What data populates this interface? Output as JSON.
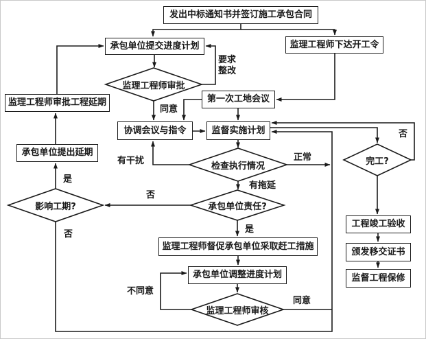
{
  "nodes": {
    "notice": {
      "label": "发出中标通知书并签订施工承包合同"
    },
    "submit_plan": {
      "label": "承包单位提交进度计划"
    },
    "start_order": {
      "label": "监理工程师下达开工令"
    },
    "first_meeting": {
      "label": "第一次工地会议"
    },
    "coordination": {
      "label": "协调会议与指令"
    },
    "supervise": {
      "label": "监督实施计划"
    },
    "approve_delay": {
      "label": "监理工程师审批工程延期"
    },
    "propose_delay": {
      "label": "承包单位提出延期"
    },
    "urge": {
      "label": "监理工程师督促承包单位采取赶工措施"
    },
    "adjust_plan": {
      "label": "承包单位调整进度计划"
    },
    "acceptance": {
      "label": "工程竣工验收"
    },
    "handover": {
      "label": "颁发移交证书"
    },
    "warranty": {
      "label": "监督工程保修"
    }
  },
  "decisions": {
    "approve": {
      "label": "监理工程师审批"
    },
    "check": {
      "label": "检查执行情况"
    },
    "responsibility": {
      "label": "承包单位责任?"
    },
    "affect": {
      "label": "影响工期?"
    },
    "review": {
      "label": "监理工程师审核"
    },
    "complete": {
      "label": "完工?"
    }
  },
  "edge_labels": {
    "agree1": "同意",
    "require_rectify_line1": "要求",
    "require_rectify_line2": "整改",
    "interference": "有干扰",
    "normal": "正常",
    "no_complete": "否",
    "delayed": "有拖延",
    "no_responsibility": "否",
    "yes_affect": "是",
    "no_affect": "否",
    "yes_responsibility": "是",
    "disagree": "不同意",
    "agree2": "同意"
  },
  "colors": {
    "line": "#1a1a1a",
    "background": "#ffffff"
  }
}
